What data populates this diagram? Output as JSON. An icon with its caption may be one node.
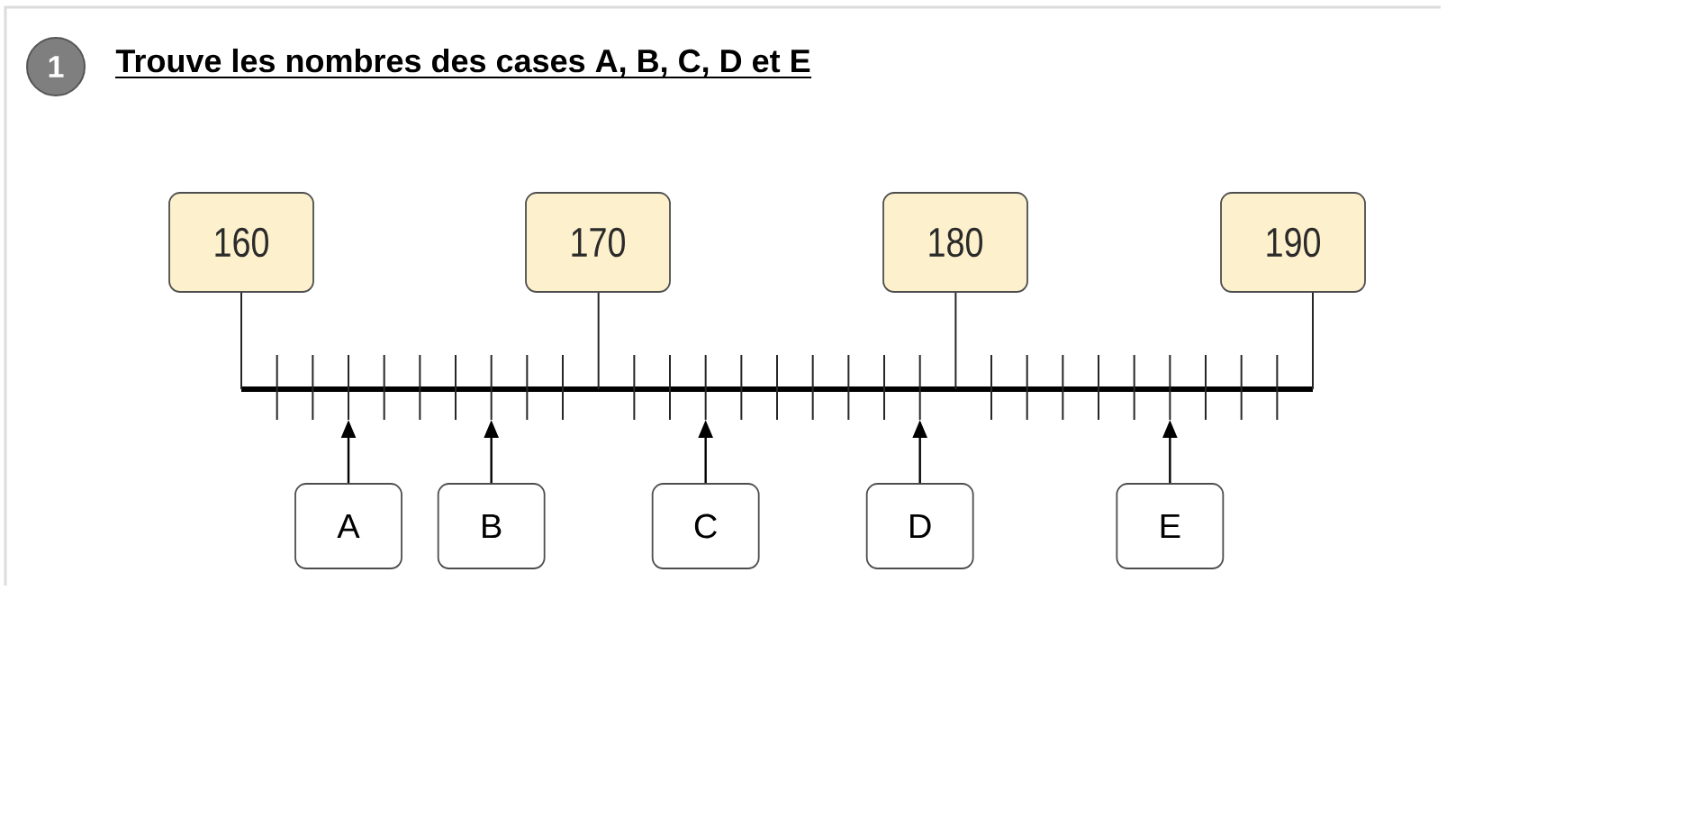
{
  "diagram": {
    "title": "Trouve les nombres des cases A, B, C, D et E",
    "nodes": [
      {
        "text": [
          "1"
        ]
      },
      {
        "text": [
          "160"
        ]
      },
      {
        "text": [
          "170"
        ]
      },
      {
        "text": [
          "180"
        ]
      },
      {
        "text": [
          "190"
        ]
      },
      {
        "text": [],
        "shape": "bar"
      },
      {
        "text": [
          "A"
        ]
      },
      {
        "text": [
          "B"
        ]
      },
      {
        "text": [
          "C"
        ]
      },
      {
        "text": [
          "D"
        ]
      },
      {
        "text": [
          "E"
        ]
      }
    ],
    "edges": [
      {
        "from": 1,
        "to": 5,
        "arrow": "none"
      },
      {
        "from": 2,
        "to": 5,
        "arrow": "none"
      },
      {
        "from": 3,
        "to": 5,
        "arrow": "none"
      },
      {
        "from": 4,
        "to": 5,
        "arrow": "none"
      },
      {
        "from": 6,
        "to": 5,
        "arrow": "to"
      },
      {
        "from": 7,
        "to": 5,
        "arrow": "to"
      },
      {
        "from": 8,
        "to": 5,
        "arrow": "to"
      },
      {
        "from": 9,
        "to": 5,
        "arrow": "to"
      },
      {
        "from": 10,
        "to": 5,
        "arrow": "to"
      }
    ]
  }
}
